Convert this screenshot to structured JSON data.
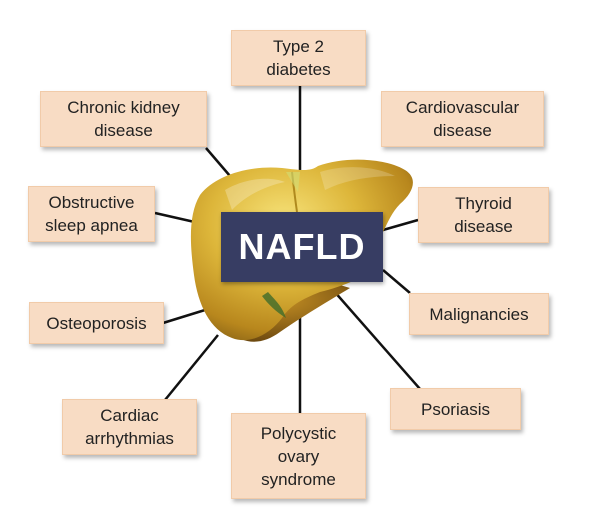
{
  "center": {
    "label": "NAFLD",
    "organ_icon": "liver-icon"
  },
  "conditions": [
    {
      "id": "type-2-diabetes",
      "label": "Type 2\ndiabetes"
    },
    {
      "id": "cardiovascular-disease",
      "label": "Cardiovascular\ndisease"
    },
    {
      "id": "thyroid-disease",
      "label": "Thyroid\ndisease"
    },
    {
      "id": "malignancies",
      "label": "Malignancies"
    },
    {
      "id": "psoriasis",
      "label": "Psoriasis"
    },
    {
      "id": "polycystic-ovary-syndrome",
      "label": "Polycystic\novary\nsyndrome"
    },
    {
      "id": "cardiac-arrhythmias",
      "label": "Cardiac\narrhythmias"
    },
    {
      "id": "osteoporosis",
      "label": "Osteoporosis"
    },
    {
      "id": "obstructive-sleep-apnea",
      "label": "Obstructive\nsleep apnea"
    },
    {
      "id": "chronic-kidney-disease",
      "label": "Chronic kidney\ndisease"
    }
  ],
  "colors": {
    "box_fill": "#f8dcc4",
    "center_fill": "#373d63",
    "liver_fill": "#d9a82a",
    "connector": "#111111"
  }
}
